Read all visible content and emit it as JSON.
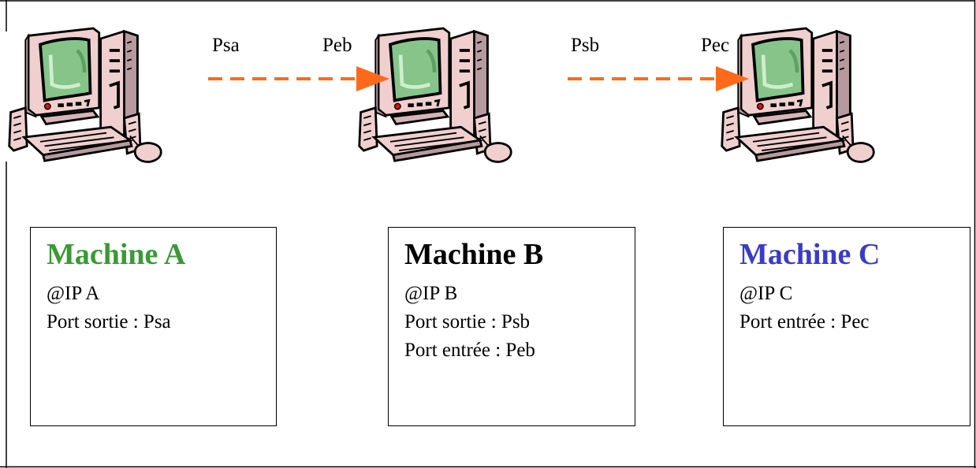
{
  "colors": {
    "arrow": "#ff6a1a",
    "screen": "#86c48a",
    "case": "#f0cfcf",
    "title_a": "#3a9a35",
    "title_b": "#000000",
    "title_c": "#3b3bc9"
  },
  "icons": [
    "computer-icon",
    "arrow-icon"
  ],
  "ports": {
    "psa": "Psa",
    "peb": "Peb",
    "psb": "Psb",
    "pec": "Pec"
  },
  "machines": [
    {
      "title": "Machine A",
      "ip": "@IP A",
      "line1": "Port sortie : Psa",
      "line2": ""
    },
    {
      "title": "Machine B",
      "ip": "@IP B",
      "line1": "Port sortie : Psb",
      "line2": "Port entrée : Peb"
    },
    {
      "title": "Machine C",
      "ip": "@IP C",
      "line1": "Port entrée : Pec",
      "line2": ""
    }
  ]
}
